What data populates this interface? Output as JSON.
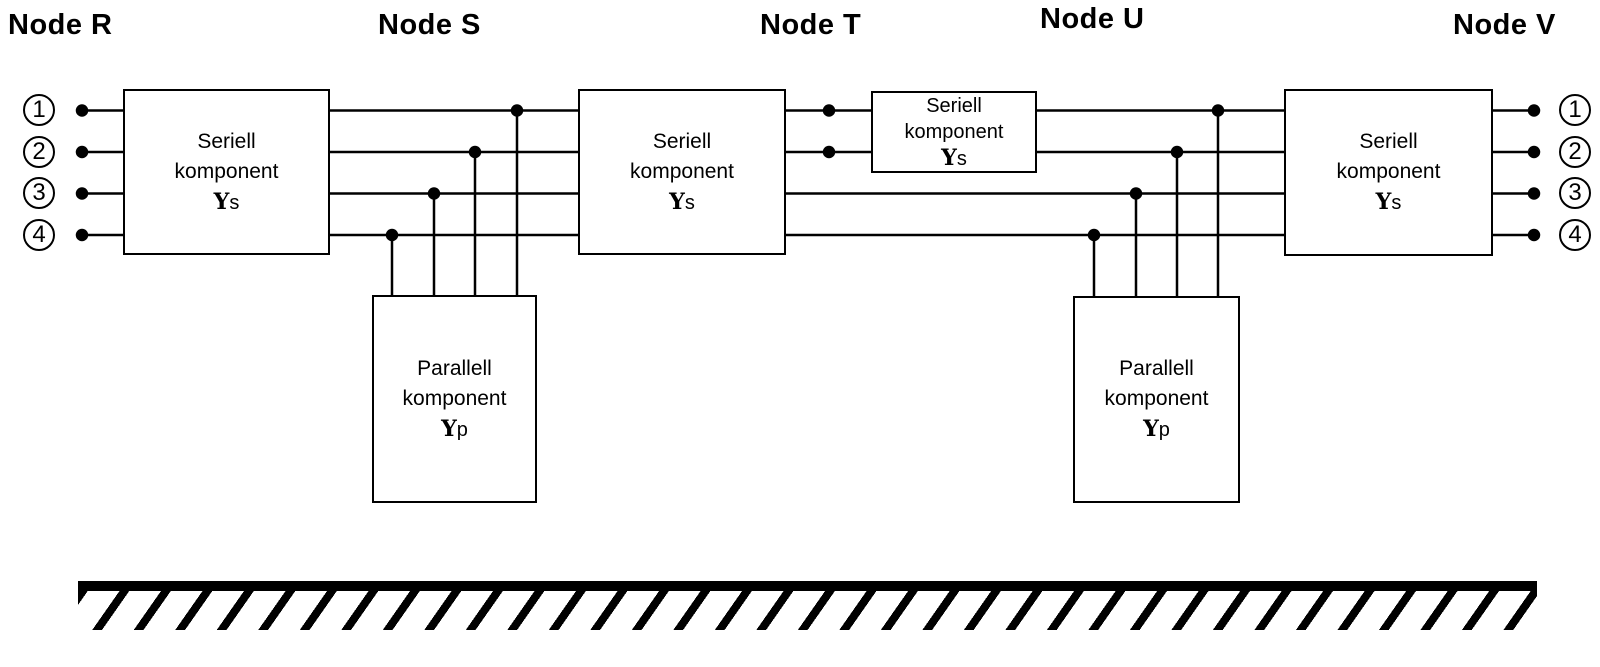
{
  "nodes": [
    {
      "label": "Node R"
    },
    {
      "label": "Node S"
    },
    {
      "label": "Node T"
    },
    {
      "label": "Node U"
    },
    {
      "label": "Node V"
    }
  ],
  "ports_left": [
    "1",
    "2",
    "3",
    "4"
  ],
  "ports_right": [
    "1",
    "2",
    "3",
    "4"
  ],
  "series_components": [
    {
      "line1": "Seriell",
      "line2": "komponent",
      "symbol": "Y",
      "symbol_sub": "s"
    },
    {
      "line1": "Seriell",
      "line2": "komponent",
      "symbol": "Y",
      "symbol_sub": "s"
    },
    {
      "line1": "Seriell",
      "line2": "komponent",
      "symbol": "Y",
      "symbol_sub": "s"
    },
    {
      "line1": "Seriell",
      "line2": "komponent",
      "symbol": "Y",
      "symbol_sub": "s"
    }
  ],
  "parallel_components": [
    {
      "line1": "Parallell",
      "line2": "komponent",
      "symbol": "Y",
      "symbol_sub": "p"
    },
    {
      "line1": "Parallell",
      "line2": "komponent",
      "symbol": "Y",
      "symbol_sub": "p"
    }
  ],
  "colors": {
    "ink": "#000000",
    "background": "#ffffff"
  }
}
